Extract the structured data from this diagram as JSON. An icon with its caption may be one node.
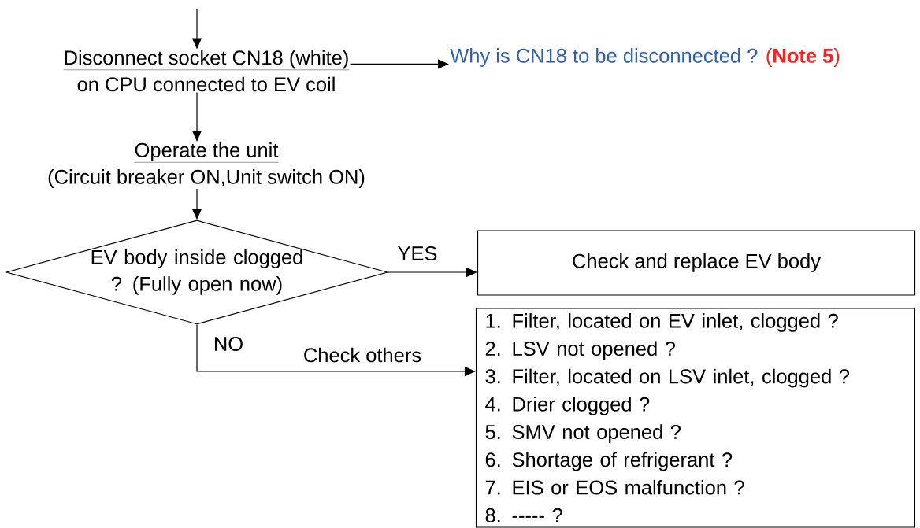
{
  "diagram": {
    "nodes": [
      {
        "text": [
          "Disconnect socket CN18 (white)",
          "on CPU connected to EV coil"
        ]
      },
      {
        "text": [
          "Why is CN18 to be disconnected ?",
          "(**Note 5**)"
        ]
      },
      {
        "text": [
          "Operate the unit",
          "(Circuit breaker ON,Unit switch ON)"
        ]
      },
      {
        "text": [
          "EV body inside clogged ? (Fully open now)"
        ]
      },
      {
        "text": [
          "Check and replace EV body"
        ]
      },
      {
        "text": [
          "1. Filter, located on EV inlet, clogged ?",
          "2. LSV not opened ?",
          "3. Filter, located on LSV inlet, clogged ?",
          "4. Drier clogged ?",
          "5. SMV not opened ?",
          "6. Shortage of refrigerant ?",
          "7. EIS or EOS malfunction ?",
          "8.    ----- ?"
        ]
      }
    ],
    "edges": [
      {
        "from": null,
        "to": 0,
        "arrow": "to"
      },
      {
        "from": 0,
        "to": 1,
        "arrow": "to"
      },
      {
        "from": 0,
        "to": 2,
        "arrow": "to"
      },
      {
        "from": 2,
        "to": 3,
        "arrow": "to"
      },
      {
        "from": 3,
        "to": 4,
        "arrow": "to",
        "label": "YES"
      },
      {
        "from": 3,
        "to": 5,
        "arrow": "to",
        "label": "Check others"
      }
    ],
    "labels": [
      "NO"
    ]
  }
}
